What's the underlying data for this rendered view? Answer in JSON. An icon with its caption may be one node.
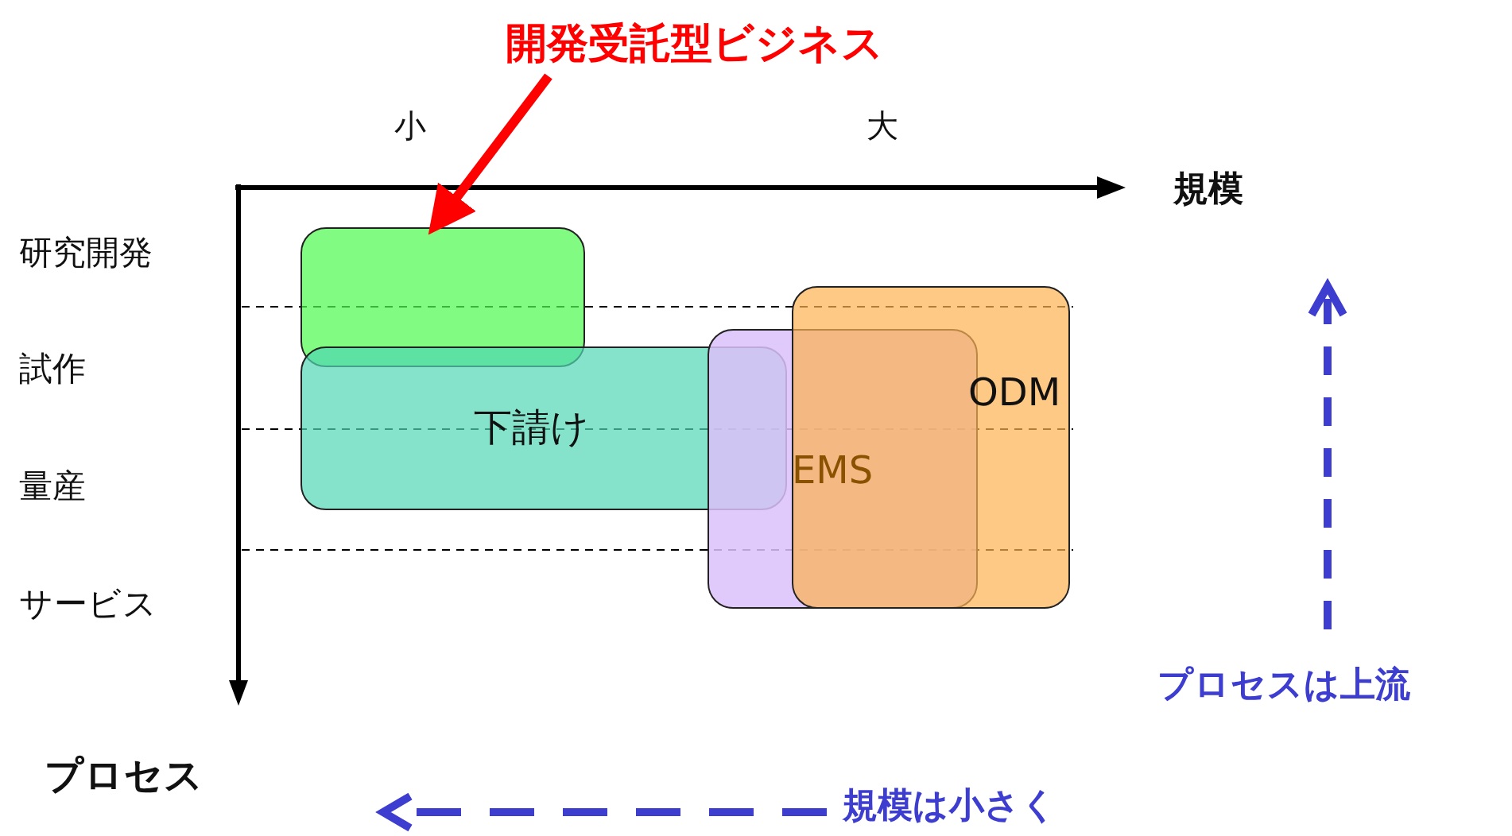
{
  "diagram": {
    "nodes": [
      {
        "text": [
          "開発受託型ビジネス"
        ]
      },
      {
        "text": [],
        "shape": "box"
      },
      {
        "text": [
          "下請け"
        ]
      },
      {
        "text": [
          "EMS"
        ]
      },
      {
        "text": [
          "ODM"
        ]
      }
    ],
    "edges": [
      {
        "from": 0,
        "to": 1,
        "arrow": "to",
        "color": "#ff0000"
      }
    ],
    "labels": [
      "小",
      "大",
      "規模",
      "研究開発",
      "試作",
      "量産",
      "サービス",
      "プロセス",
      "プロセスは上流",
      "規模は小さく"
    ]
  }
}
